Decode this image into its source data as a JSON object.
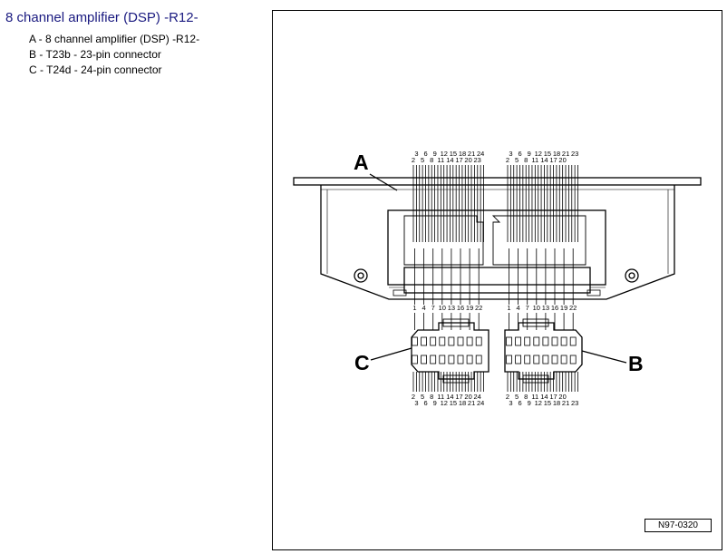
{
  "title": "8 channel amplifier (DSP) -R12-",
  "legend": [
    {
      "letter": "A",
      "text": "A - 8 channel amplifier (DSP) -R12-"
    },
    {
      "letter": "B",
      "text": "B - T23b - 23-pin connector"
    },
    {
      "letter": "C",
      "text": "C - T24d - 24-pin connector"
    }
  ],
  "callouts": {
    "a": "A",
    "b": "B",
    "c": "C"
  },
  "figure_id": "N97-0320",
  "pins": {
    "left_top_odd": [
      "3",
      "6",
      "9",
      "12",
      "15",
      "18",
      "21",
      "24"
    ],
    "left_top_even": [
      "2",
      "5",
      "8",
      "11",
      "14",
      "17",
      "20",
      "23"
    ],
    "left_mid": [
      "1",
      "4",
      "7",
      "10",
      "13",
      "16",
      "19",
      "22"
    ],
    "left_bot_even": [
      "2",
      "5",
      "8",
      "11",
      "14",
      "17",
      "20",
      "24"
    ],
    "left_bot_odd": [
      "3",
      "6",
      "9",
      "12",
      "15",
      "18",
      "21",
      "24"
    ],
    "right_top_odd": [
      "3",
      "6",
      "9",
      "12",
      "15",
      "18",
      "21",
      "23"
    ],
    "right_top_even": [
      "2",
      "5",
      "8",
      "11",
      "14",
      "17",
      "20"
    ],
    "right_mid": [
      "1",
      "4",
      "7",
      "10",
      "13",
      "16",
      "19",
      "22"
    ],
    "right_bot_even": [
      "2",
      "5",
      "8",
      "11",
      "14",
      "17",
      "20"
    ],
    "right_bot_odd": [
      "3",
      "6",
      "9",
      "12",
      "15",
      "18",
      "21",
      "23"
    ]
  }
}
